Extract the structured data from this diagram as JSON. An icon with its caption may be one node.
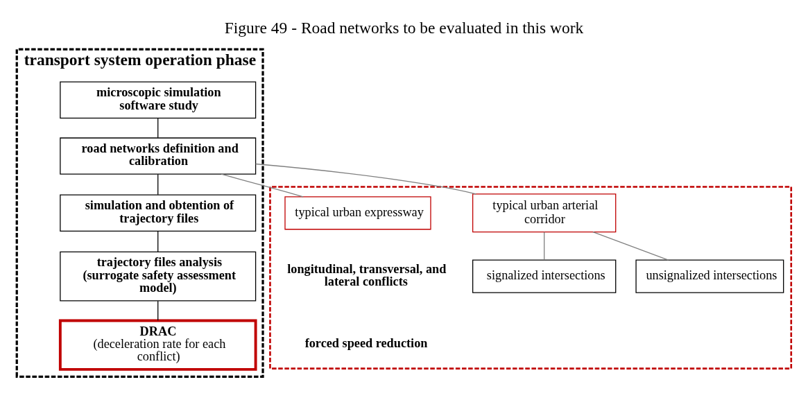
{
  "diagram": {
    "title": "Figure 49 - Road networks to be evaluated in this work",
    "nodes": [
      {
        "text": [
          "transport system operation phase"
        ]
      },
      {
        "text": [
          "microscopic simulation software study"
        ],
        "in": 0
      },
      {
        "text": [
          "road networks definition and calibration"
        ],
        "in": 0
      },
      {
        "text": [
          "simulation and obtention of trajectory files"
        ],
        "in": 0
      },
      {
        "text": [
          "trajectory files analysis (surrogate safety assessment model)"
        ],
        "in": 0
      },
      {
        "text": [
          "DRAC",
          "(deceleration rate for each conflict)"
        ],
        "in": 0
      },
      {
        "text": [],
        "shape": "box"
      },
      {
        "text": [
          "typical urban arterial corridor"
        ],
        "in": 6
      },
      {
        "text": [
          "signalized intersections"
        ],
        "in": 6
      },
      {
        "text": [
          "unsignalized intersections"
        ],
        "in": 6
      },
      {
        "text": [
          "typical urban expressway"
        ],
        "in": 6
      }
    ],
    "edges": [
      {
        "from": 1,
        "to": 2,
        "arrow": "none"
      },
      {
        "from": 2,
        "to": 3,
        "arrow": "none"
      },
      {
        "from": 3,
        "to": 4,
        "arrow": "none"
      },
      {
        "from": 4,
        "to": 5,
        "arrow": "none"
      },
      {
        "from": 2,
        "to": 7,
        "arrow": "none",
        "color": "#808080"
      },
      {
        "from": 2,
        "to": 10,
        "arrow": "none",
        "color": "#808080"
      },
      {
        "from": 7,
        "to": 8,
        "arrow": "none",
        "color": "#808080"
      },
      {
        "from": 7,
        "to": 9,
        "arrow": "none",
        "color": "#808080"
      }
    ],
    "labels": [
      "longitudinal, transversal, and lateral conflicts",
      "forced speed reduction"
    ]
  }
}
